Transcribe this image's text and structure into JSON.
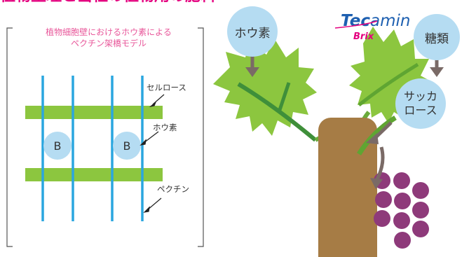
{
  "header": {
    "title": "植物生理と当社の植物用の肥料"
  },
  "diagram": {
    "caption_line1": "植物細胞壁におけるホウ素による",
    "caption_line2": "ペクチン架橋モデル",
    "label_cellulose": "セルロース",
    "label_boron": "ホウ素",
    "label_pectin": "ペクチン",
    "boron_symbol": "B"
  },
  "brand": {
    "name_part1": "Tec",
    "name_part2": "amin",
    "sub": "Brix",
    "color": "#1d5fb0",
    "accent": "#e4007f"
  },
  "plant": {
    "bubble_boron": "ホウ素",
    "bubble_sugar": "糖類",
    "bubble_sucrose_1": "サッカ",
    "bubble_sucrose_2": "ロース"
  },
  "colors": {
    "leaf": "#8cc63f",
    "leaf_dark": "#5fa532",
    "vein": "#3f8f3a",
    "trunk": "#a67c45",
    "grape": "#8e3a7a",
    "bubble": "#b5dcf2",
    "fiber": "#2aa6df",
    "arrow": "#7a6a66"
  }
}
